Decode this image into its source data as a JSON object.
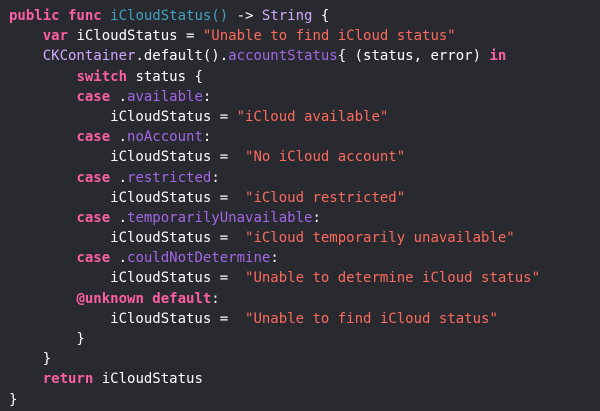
{
  "editor": {
    "language": "swift",
    "background": "#292A30",
    "colors": {
      "keyword": "#FC5FA3",
      "string": "#FC6A5D",
      "declaration": "#41A1C0",
      "typeName": "#D0A8FF",
      "member": "#A167E6",
      "plain": "#FFFFFF"
    },
    "lines": [
      [
        [
          "public func ",
          "keyword"
        ],
        [
          "iCloudStatus()",
          "declaration"
        ],
        [
          " -> ",
          "plain"
        ],
        [
          "String",
          "typeName"
        ],
        [
          " {",
          "plain"
        ]
      ],
      [
        [
          "    ",
          "plain"
        ],
        [
          "var",
          "keyword"
        ],
        [
          " iCloudStatus = ",
          "plain"
        ],
        [
          "\"Unable to find iCloud status\"",
          "string"
        ]
      ],
      [
        [
          "    ",
          "plain"
        ],
        [
          "CKContainer",
          "typeName"
        ],
        [
          ".default().",
          "plain"
        ],
        [
          "accountStatus",
          "member"
        ],
        [
          "{ (status, error) ",
          "plain"
        ],
        [
          "in",
          "keyword"
        ]
      ],
      [
        [
          "        ",
          "plain"
        ],
        [
          "switch",
          "keyword"
        ],
        [
          " status {",
          "plain"
        ]
      ],
      [
        [
          "        ",
          "plain"
        ],
        [
          "case",
          "keyword"
        ],
        [
          " .",
          "plain"
        ],
        [
          "available",
          "member"
        ],
        [
          ":",
          "plain"
        ]
      ],
      [
        [
          "            iCloudStatus = ",
          "plain"
        ],
        [
          "\"iCloud available\"",
          "string"
        ]
      ],
      [
        [
          "        ",
          "plain"
        ],
        [
          "case",
          "keyword"
        ],
        [
          " .",
          "plain"
        ],
        [
          "noAccount",
          "member"
        ],
        [
          ":",
          "plain"
        ]
      ],
      [
        [
          "            iCloudStatus =  ",
          "plain"
        ],
        [
          "\"No iCloud account\"",
          "string"
        ]
      ],
      [
        [
          "        ",
          "plain"
        ],
        [
          "case",
          "keyword"
        ],
        [
          " .",
          "plain"
        ],
        [
          "restricted",
          "member"
        ],
        [
          ":",
          "plain"
        ]
      ],
      [
        [
          "            iCloudStatus =  ",
          "plain"
        ],
        [
          "\"iCloud restricted\"",
          "string"
        ]
      ],
      [
        [
          "        ",
          "plain"
        ],
        [
          "case",
          "keyword"
        ],
        [
          " .",
          "plain"
        ],
        [
          "temporarilyUnavailable",
          "member"
        ],
        [
          ":",
          "plain"
        ]
      ],
      [
        [
          "            iCloudStatus =  ",
          "plain"
        ],
        [
          "\"iCloud temporarily unavailable\"",
          "string"
        ]
      ],
      [
        [
          "        ",
          "plain"
        ],
        [
          "case",
          "keyword"
        ],
        [
          " .",
          "plain"
        ],
        [
          "couldNotDetermine",
          "member"
        ],
        [
          ":",
          "plain"
        ]
      ],
      [
        [
          "            iCloudStatus =  ",
          "plain"
        ],
        [
          "\"Unable to determine iCloud status\"",
          "string"
        ]
      ],
      [
        [
          "        ",
          "plain"
        ],
        [
          "@unknown default",
          "keyword"
        ],
        [
          ":",
          "plain"
        ]
      ],
      [
        [
          "            iCloudStatus =  ",
          "plain"
        ],
        [
          "\"Unable to find iCloud status\"",
          "string"
        ]
      ],
      [
        [
          "        }",
          "plain"
        ]
      ],
      [
        [
          "    }",
          "plain"
        ]
      ],
      [
        [
          "    ",
          "plain"
        ],
        [
          "return",
          "keyword"
        ],
        [
          " iCloudStatus",
          "plain"
        ]
      ],
      [
        [
          "}",
          "plain"
        ]
      ]
    ]
  }
}
